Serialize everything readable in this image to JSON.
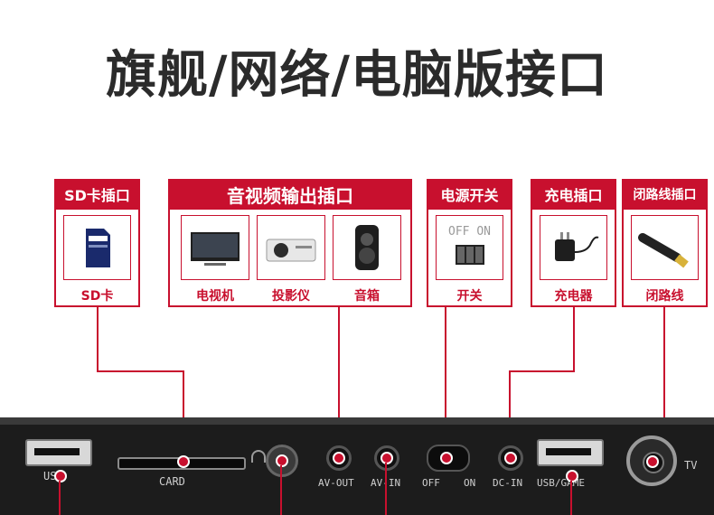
{
  "title": "旗舰/网络/电脑版接口",
  "boxes": {
    "sd": {
      "header": "SD卡插口",
      "caption": "SD卡"
    },
    "av": {
      "header": "音视频输出插口",
      "items": [
        {
          "caption": "电视机"
        },
        {
          "caption": "投影仪"
        },
        {
          "caption": "音箱"
        }
      ]
    },
    "power": {
      "header": "电源开关",
      "caption": "开关",
      "switch_text": "OFF ON"
    },
    "charger": {
      "header": "充电插口",
      "caption": "充电器"
    },
    "cctv": {
      "header": "闭路线插口",
      "caption": "闭路线"
    }
  },
  "device_labels": {
    "usb": "USB",
    "card": "CARD",
    "av_out": "AV-OUT",
    "av_in": "AV-IN",
    "off": "OFF",
    "on": "ON",
    "dc_in": "DC-IN",
    "usb_game": "USB/GAME",
    "tv": "TV"
  },
  "colors": {
    "accent": "#c8102e",
    "device": "#1c1c1c"
  }
}
